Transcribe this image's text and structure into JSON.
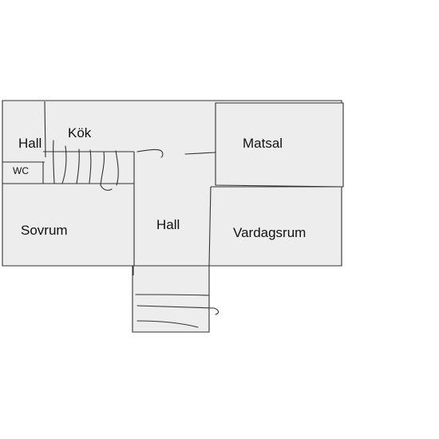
{
  "rooms": {
    "hall_left": "Hall",
    "kok": "Kök",
    "wc": "WC",
    "matsal": "Matsal",
    "sovrum": "Sovrum",
    "hall_center": "Hall",
    "vardagsrum": "Vardagsrum"
  },
  "colors": {
    "floor": "#ededed",
    "wall": "#333333",
    "background": "#ffffff"
  }
}
